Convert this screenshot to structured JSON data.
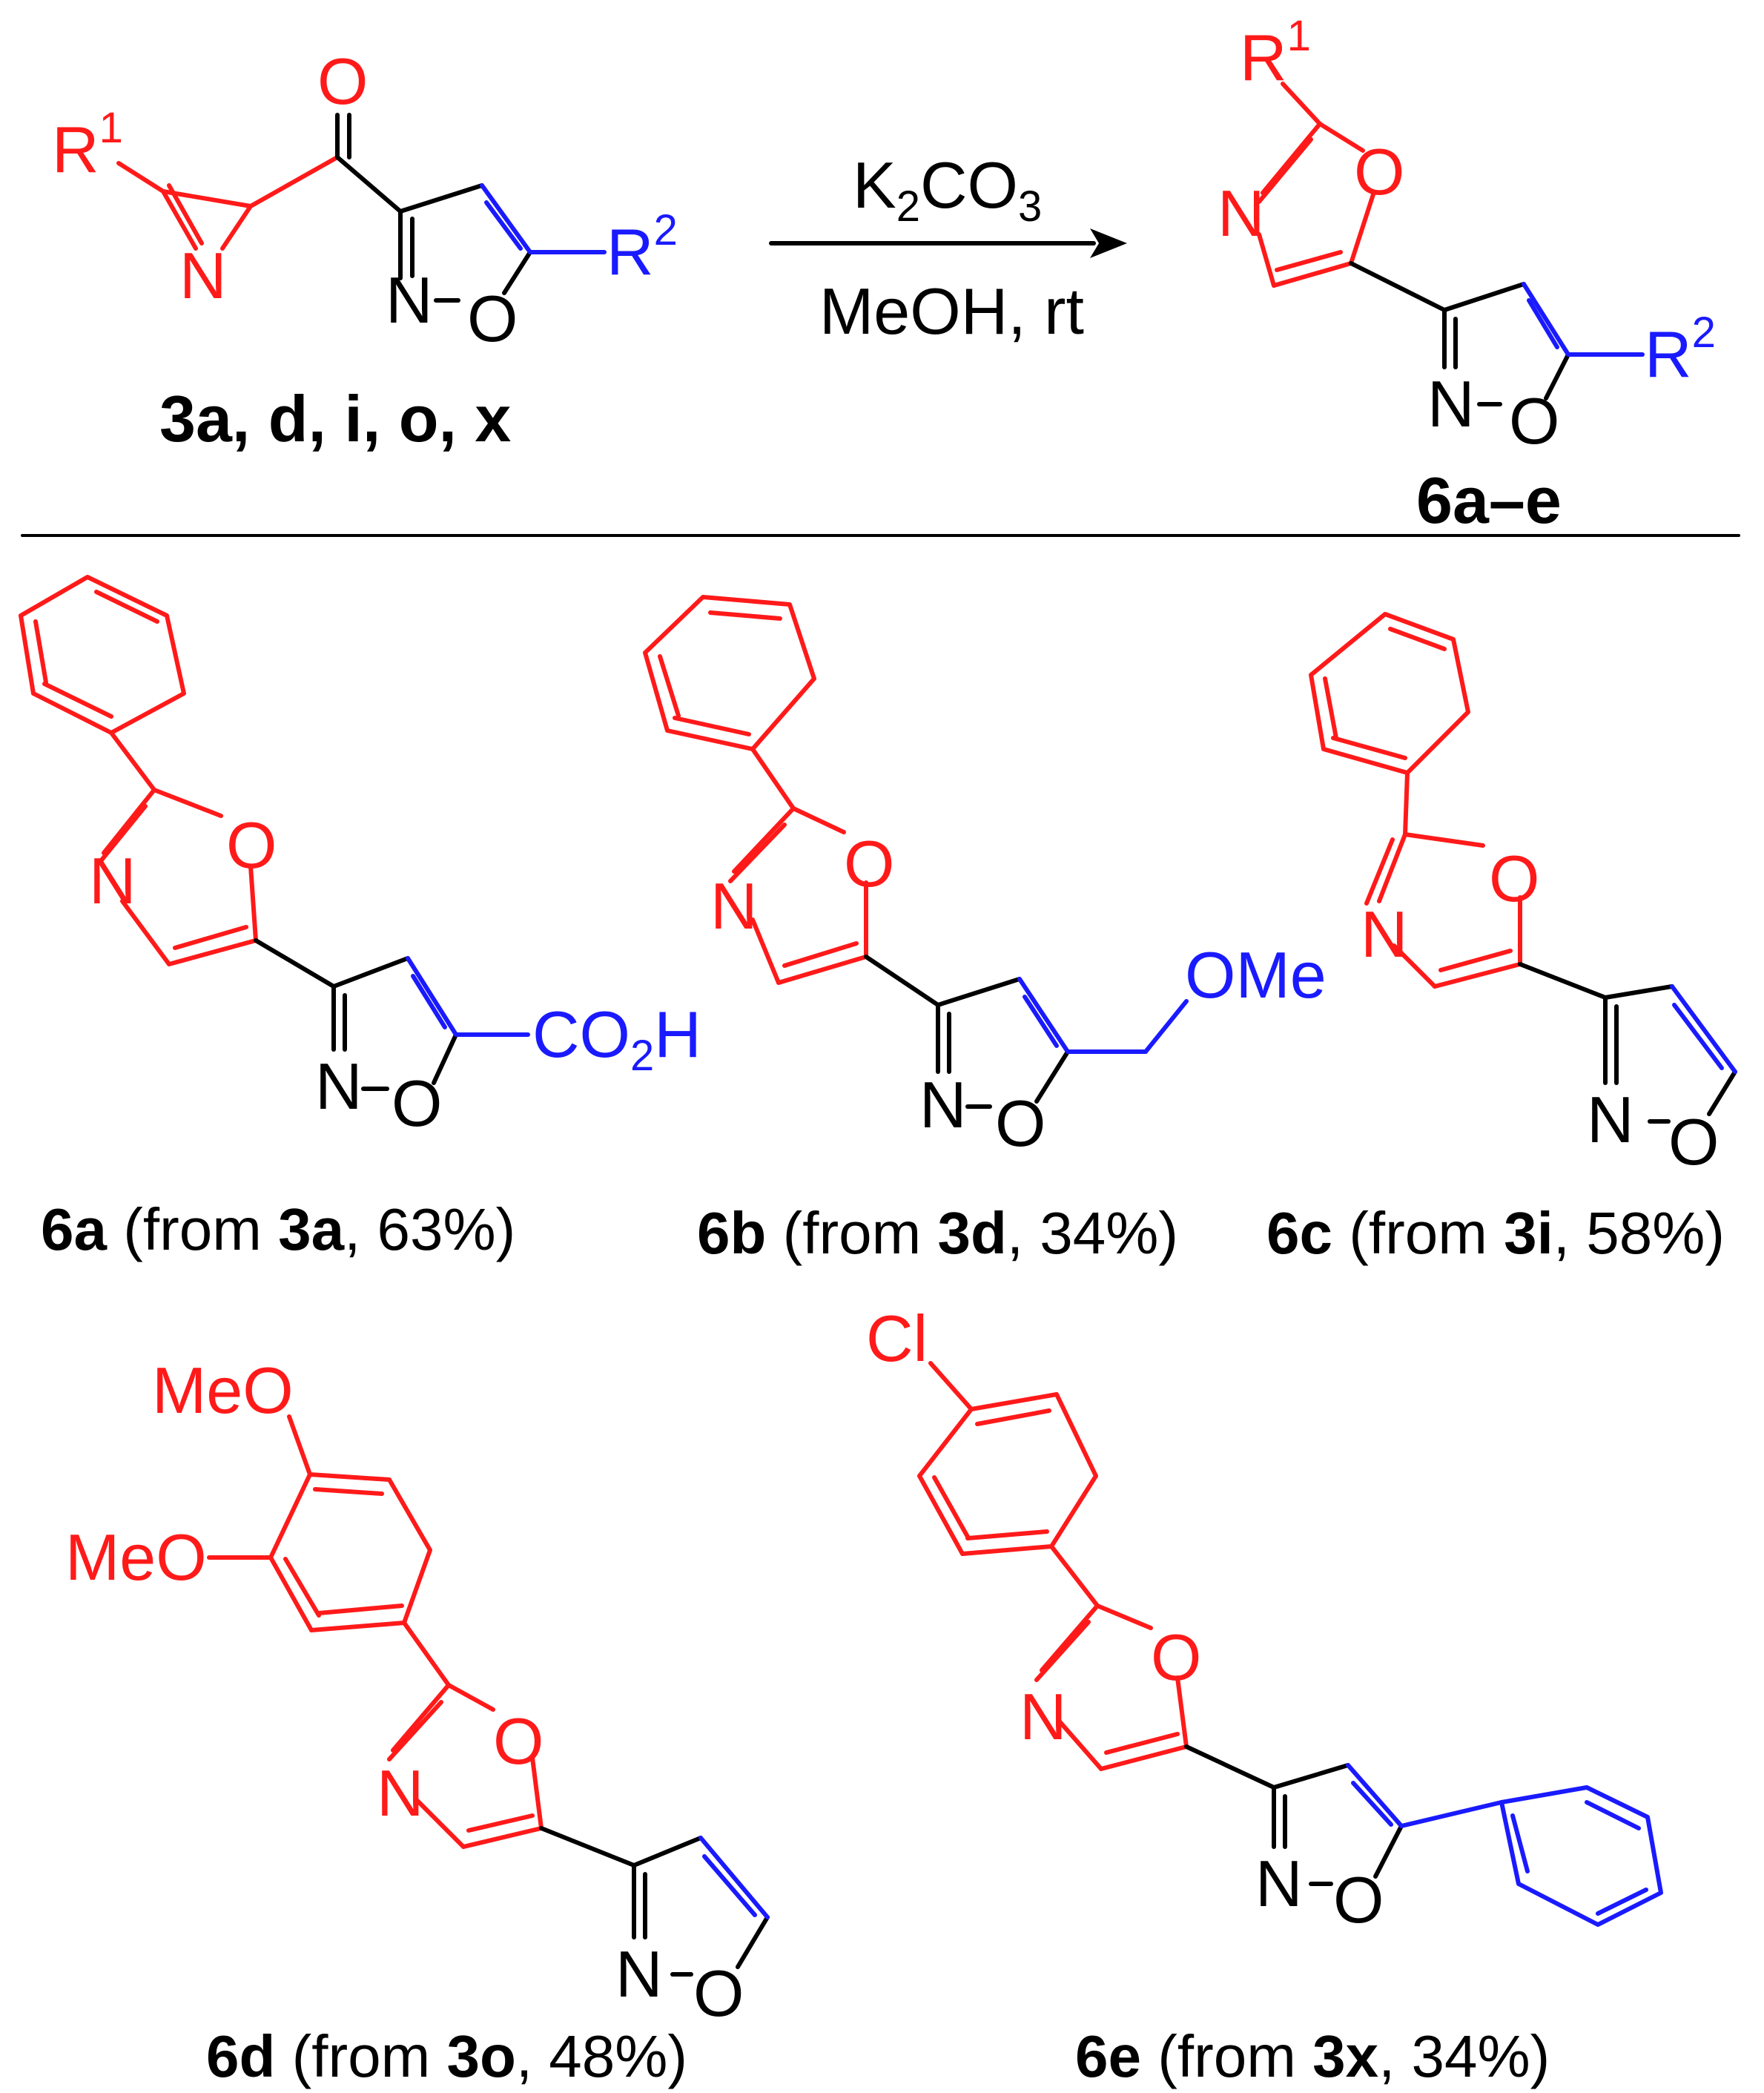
{
  "colors": {
    "red": "#ff1a1a",
    "blue": "#1a1aff",
    "black": "#000000"
  },
  "atoms": {
    "R": "R",
    "one": "1",
    "two": "2",
    "N": "N",
    "O": "O",
    "N_O": "N–O",
    "Cl": "Cl",
    "MeO": "MeO",
    "OMe": "OMe",
    "CO": "CO",
    "H": "H"
  },
  "reaction": {
    "reagent_main": "K",
    "reagent_sub1": "2",
    "reagent_mid": "CO",
    "reagent_sub2": "3",
    "conditions": "MeOH, rt",
    "reactant_label": "3a, d, i, o, x",
    "product_label": "6a–e"
  },
  "products": [
    {
      "id": "6a",
      "source": "3a",
      "rest": ", 63%)"
    },
    {
      "id": "6b",
      "source": "3d",
      "rest": ", 34%)"
    },
    {
      "id": "6c",
      "source": "3i",
      "rest": ", 58%)"
    },
    {
      "id": "6d",
      "source": "3o",
      "rest": ", 48%)"
    },
    {
      "id": "6e",
      "source": "3x",
      "rest": ", 34%)"
    }
  ],
  "from_word": " (from "
}
